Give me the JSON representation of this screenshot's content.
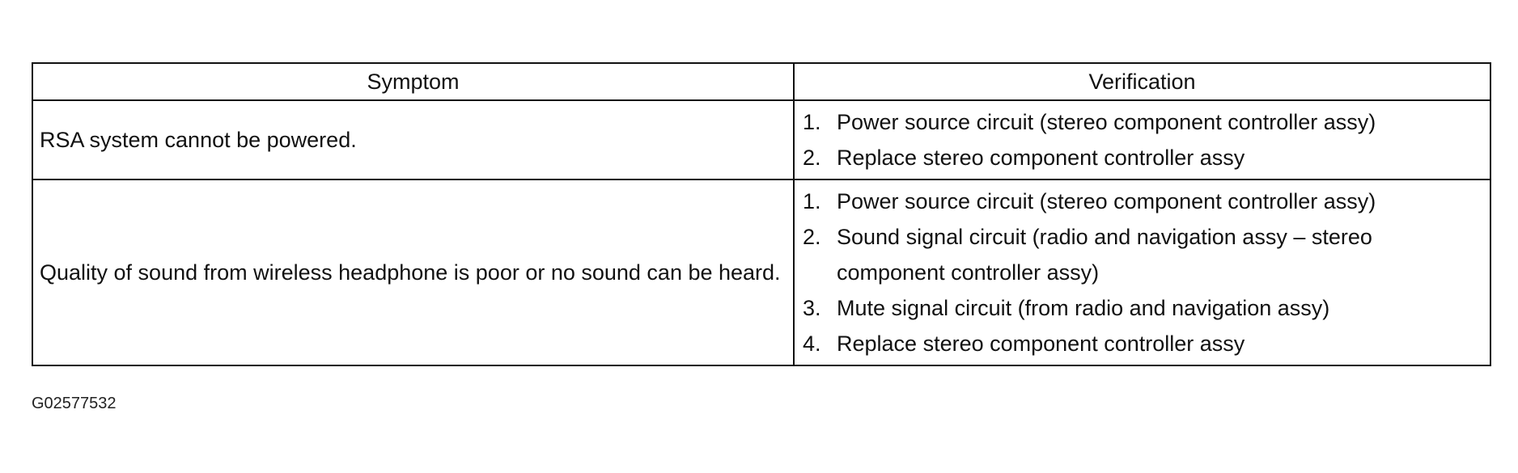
{
  "table": {
    "headers": {
      "symptom": "Symptom",
      "verification": "Verification"
    },
    "rows": [
      {
        "symptom": "RSA system cannot be powered.",
        "steps": [
          {
            "num": "1.",
            "text": "Power source circuit (stereo component controller assy)"
          },
          {
            "num": "2.",
            "text": "Replace stereo component controller assy"
          }
        ]
      },
      {
        "symptom": "Quality of sound from wireless headphone is poor or no sound can be heard.",
        "steps": [
          {
            "num": "1.",
            "text": "Power source circuit (stereo component controller assy)"
          },
          {
            "num": "2.",
            "text": "Sound signal circuit (radio and navigation assy – stereo component controller assy)"
          },
          {
            "num": "3.",
            "text": "Mute signal circuit (from radio and navigation assy)"
          },
          {
            "num": "4.",
            "text": "Replace stereo component controller assy"
          }
        ]
      }
    ]
  },
  "figure_id": "G02577532"
}
